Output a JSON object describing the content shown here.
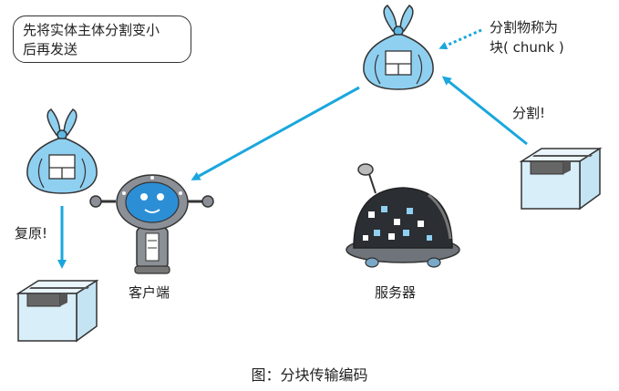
{
  "note": {
    "line1": "先将实体主体分割变小",
    "line2": "后再发送"
  },
  "labels": {
    "chunk_line1": "分割物称为",
    "chunk_line2": "块( chunk )",
    "split": "分割!",
    "restore": "复原!",
    "client": "客户端",
    "server": "服务器"
  },
  "caption": "图：分块传输编码",
  "colors": {
    "arrow": "#1aa7dc",
    "bundle": "#8fd0f0",
    "bundle_dark": "#5db8e6",
    "box": "#d8eef8",
    "tape": "#555555"
  }
}
